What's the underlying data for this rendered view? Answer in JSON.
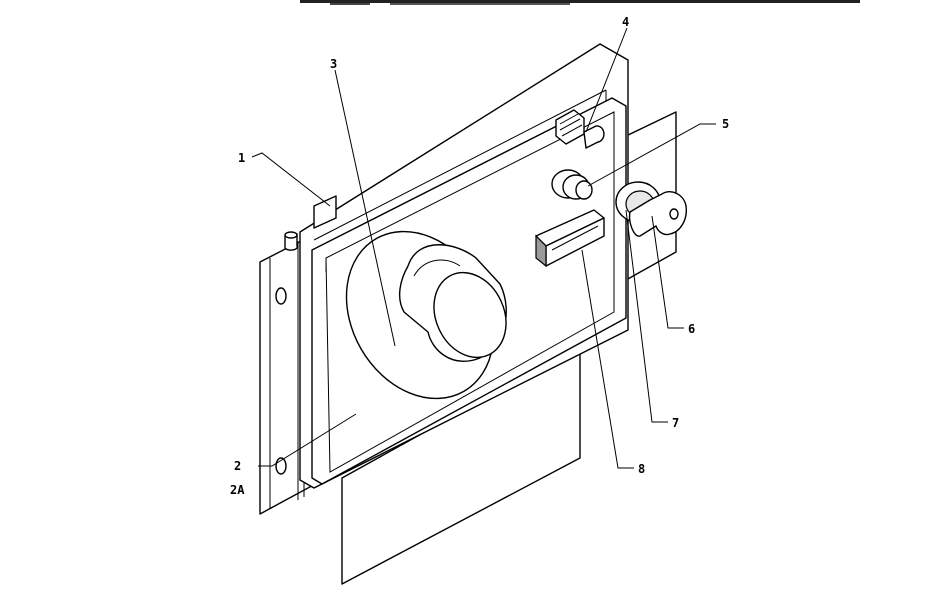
{
  "callouts": {
    "c1": "1",
    "c2": "2",
    "c2a": "2A",
    "c3": "3",
    "c4": "4",
    "c5": "5",
    "c6": "6",
    "c7": "7",
    "c8": "8"
  }
}
